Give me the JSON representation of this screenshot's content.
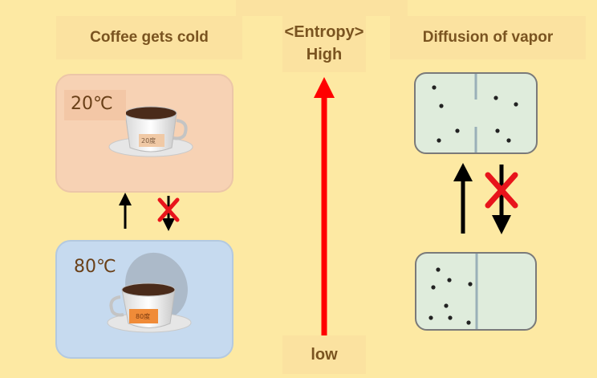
{
  "left": {
    "title": "Coffee gets cold",
    "top_temp": "20℃",
    "bottom_temp": "80℃",
    "cup_top_label": "20度",
    "cup_bottom_label": "80度",
    "colors": {
      "cold_panel": "#f7d2b4",
      "hot_panel": "#c6daef"
    }
  },
  "center": {
    "heading_line1": "<Entropy>",
    "heading_line2": "High",
    "bottom_label": "low",
    "arrow_color": "#ff0000"
  },
  "right": {
    "title": "Diffusion of vapor",
    "box_color": "#dfecdc"
  },
  "icons": [
    "up-arrow-icon",
    "down-arrow-icon",
    "red-cross-icon",
    "coffee-cup-icon"
  ]
}
